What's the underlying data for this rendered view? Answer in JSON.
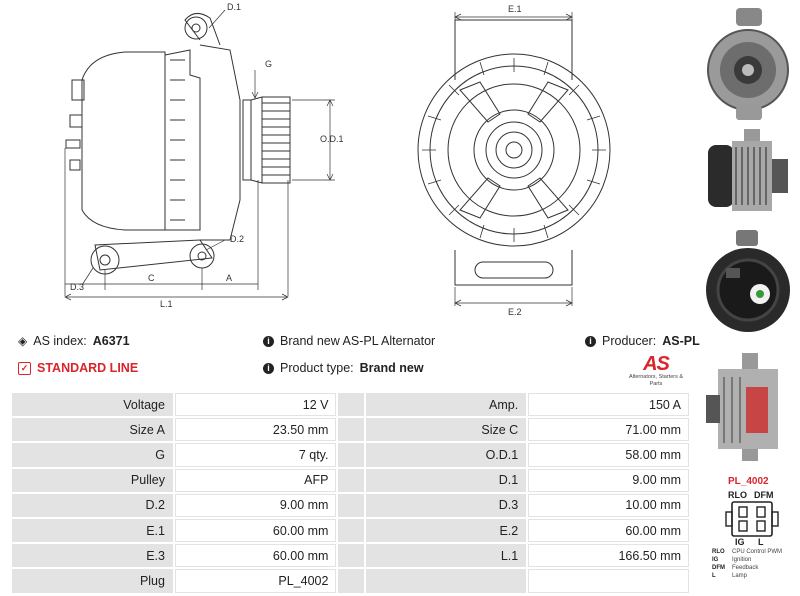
{
  "dimension_labels": {
    "d1": "D.1",
    "g": "G",
    "od1": "O.D.1",
    "d2": "D.2",
    "d3": "D.3",
    "c": "C",
    "a": "A",
    "l1": "L.1",
    "e1": "E.1",
    "e2": "E.2"
  },
  "info": {
    "as_index_label": "AS index:",
    "as_index_value": "A6371",
    "standard_line": "STANDARD LINE",
    "brand_new_text": "Brand new AS-PL Alternator",
    "product_type_label": "Product type:",
    "product_type_value": "Brand new",
    "producer_label": "Producer:",
    "producer_value": "AS-PL"
  },
  "logo": {
    "mark": "AS",
    "tagline": "Alternators, Starters & Parts",
    "color": "#d9252b"
  },
  "specs": [
    {
      "l1": "Voltage",
      "v1": "12 V",
      "l2": "Amp.",
      "v2": "150 A"
    },
    {
      "l1": "Size A",
      "v1": "23.50 mm",
      "l2": "Size C",
      "v2": "71.00 mm"
    },
    {
      "l1": "G",
      "v1": "7 qty.",
      "l2": "O.D.1",
      "v2": "58.00 mm"
    },
    {
      "l1": "Pulley",
      "v1": "AFP",
      "l2": "D.1",
      "v2": "9.00 mm"
    },
    {
      "l1": "D.2",
      "v1": "9.00 mm",
      "l2": "D.3",
      "v2": "10.00 mm"
    },
    {
      "l1": "E.1",
      "v1": "60.00 mm",
      "l2": "E.2",
      "v2": "60.00 mm"
    },
    {
      "l1": "E.3",
      "v1": "60.00 mm",
      "l2": "L.1",
      "v2": "166.50 mm"
    },
    {
      "l1": "Plug",
      "v1": "PL_4002",
      "l2": "",
      "v2": ""
    }
  ],
  "plug": {
    "title": "PL_4002",
    "top_labels": [
      "RLO",
      "DFM"
    ],
    "bottom_labels": [
      "IG",
      "L"
    ],
    "legend": [
      {
        "key": "RLO",
        "value": "CPU Control PWM"
      },
      {
        "key": "IG",
        "value": "Ignition"
      },
      {
        "key": "DFM",
        "value": "Feedback"
      },
      {
        "key": "L",
        "value": "Lamp"
      }
    ]
  },
  "icons": {
    "tag": "tag-icon",
    "info": "info-circle-icon",
    "check": "check-square-icon"
  }
}
